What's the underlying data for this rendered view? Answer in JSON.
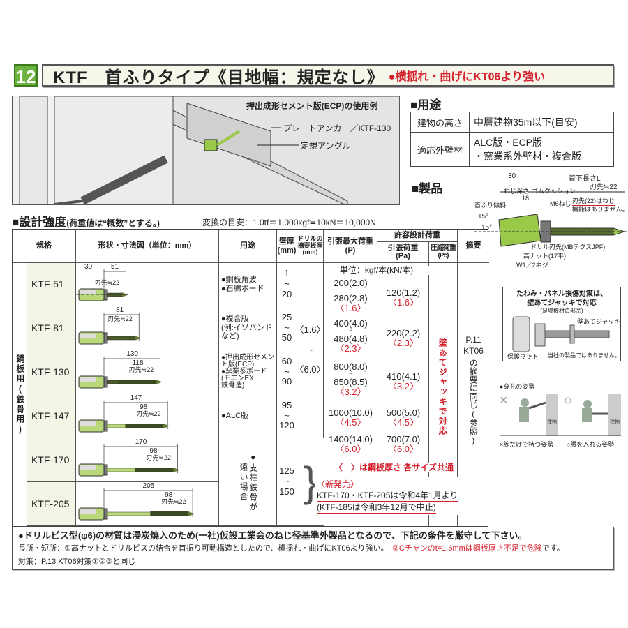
{
  "header": {
    "number": "12",
    "title": "KTF　首ふりタイプ《目地幅：規定なし》",
    "tagline": "●横揺れ・曲げにKT06より強い",
    "accent_color": "#6db33f",
    "red_color": "#d4202c"
  },
  "illustration": {
    "caption": "押出成形セメント版(ECP)の使用例",
    "label_anchor": "プレートアンカー／KTF-130",
    "label_angle": "定規アングル"
  },
  "usage": {
    "heading": "■用途",
    "rows": [
      {
        "label": "建物の高さ",
        "value": "中層建物35m以下(目安)"
      },
      {
        "label": "適応外壁材",
        "value": "ALC版・ECP版",
        "value2": "・窯業系外壁材・複合版"
      }
    ]
  },
  "product": {
    "heading": "■製品",
    "dim_30": "30",
    "dim_L": "首下長さL",
    "dim_thread": "ねじ深さ",
    "dim_18": "18",
    "tip": "刃先≒22",
    "tilt": "首ふり傾斜",
    "angle": "15°",
    "rubber": "ゴムクッション",
    "m6": "M6ねじ",
    "note": "刃先(22)はねじ",
    "note2": "機能はありません。",
    "drill": "ドリル刃先(MBテクスJPF)",
    "nut": "高ナット(17平)",
    "w": "W1／2ネジ"
  },
  "strength": {
    "heading": "■設計強度",
    "sub": "(荷重値は“概数”とする。)",
    "conversion": "変換の目安：1.0tf＝1,000kgf≒10kN＝10,000N"
  },
  "table": {
    "headers": {
      "spec": "規格",
      "shape": "形状・寸法図（単位：mm）",
      "use": "用途",
      "wall": "壁厚",
      "wall_unit": "(mm)",
      "drill": "ドリルの摘要板厚",
      "drill_unit": "(mm)",
      "pmax": "引張最大荷重",
      "pmax_sym": "(P)",
      "allow": "許容設計荷重",
      "pa": "引張荷重",
      "pa_sym": "(Pa)",
      "pc": "圧縮荷重",
      "pc_sym": "(Pc)",
      "remarks": "摘要"
    },
    "side_label": "鋼板用(鉄骨用)",
    "unit": "単位：kgf/本(kN/本)",
    "drill_range": [
      "〈1.6〉",
      "~",
      "〈6.0〉"
    ],
    "pc_text": "壁あてジャッキで対応",
    "remarks_top": "P.11",
    "remarks_mid": "KT06",
    "remarks_text": "の摘要に同じ(参照)",
    "rows": [
      {
        "spec": "KTF-51",
        "dims": [
          "30",
          "51"
        ],
        "tip": "刃先≒22",
        "use": [
          "●鋼板角波",
          "●石綿ボード"
        ],
        "wall": [
          "1",
          "~",
          "20"
        ],
        "p": "200(2.0)",
        "p2": "280(2.8)",
        "p_t": "〈1.6〉",
        "pa": "120(1.2)",
        "pa_t": "〈1.6〉"
      },
      {
        "spec": "KTF-81",
        "dims": [
          "81"
        ],
        "tip": "刃先≒22",
        "use": [
          "●複合版",
          "(例:イソバンド",
          "など)"
        ],
        "wall": [
          "25",
          "~",
          "50"
        ],
        "p": "400(4.0)",
        "p2": "480(4.8)",
        "p_t": "〈2.3〉",
        "pa": "220(2.2)",
        "pa_t": "〈2.3〉"
      },
      {
        "spec": "KTF-130",
        "dims": [
          "130",
          "118"
        ],
        "tip": "刃先≒22",
        "use": [
          "●押出成形セメント版(ECP)",
          "●窯業系ボード",
          "(モエンEX",
          "鉄骨造)"
        ],
        "wall": [
          "60",
          "~",
          "90"
        ],
        "p": "800(8.0)",
        "p2": "850(8.5)",
        "p_t": "〈3.2〉",
        "pa": "410(4.1)",
        "pa_t": "〈3.2〉"
      },
      {
        "spec": "KTF-147",
        "dims": [
          "147",
          "98"
        ],
        "tip": "刃先≒22",
        "use": [
          "●ALC版"
        ],
        "wall": [
          "95",
          "~",
          "120"
        ],
        "p": "1000(10.0)",
        "p2": "",
        "p_t": "〈4.5〉",
        "pa": "500(5.0)",
        "pa_t": "〈4.5〉"
      },
      {
        "spec": "KTF-170",
        "dims": [
          "170",
          "98"
        ],
        "tip": "刃先≒22",
        "p": "1400(14.0)",
        "p2": "",
        "p_t": "〈6.0〉",
        "pa": "700(7.0)",
        "pa_t": "〈6.0〉"
      },
      {
        "spec": "KTF-205",
        "dims": [
          "205",
          "98"
        ],
        "tip": "刃先≒22"
      }
    ],
    "long_use": "●支柱鉄骨が遠い場合",
    "long_wall": [
      "125",
      "~",
      "150"
    ],
    "common_note": "〈　〉は鋼板厚さ 各サイズ共通",
    "new_label": "〈新発売〉",
    "new_text": "KTF-170・KTF-205は令和4年1月より",
    "discontinued": "(KTF-185は令和3年12月で中止)"
  },
  "side": {
    "jack_title": "たわみ・パネル損傷対策は、",
    "jack_title2": "壁あてジャッキで対応",
    "jack_sub": "(足場機材の部品)",
    "jack_label": "壁あてジャッキ",
    "mat": "保護マット",
    "disclaimer": "当社の製品ではありません。",
    "posture": "●穿孔の姿勢",
    "bad_mark": "×",
    "good_mark": "○",
    "building": "建物",
    "bad": "×腕だけで持つ姿勢",
    "good": "○腰を入れる姿勢"
  },
  "notes": {
    "main": "●ドリルビス型(φ6)の材質は浸炭焼入のため(一社)仮設工業会のねじ径基準外製品となるので、下記の条件を厳守して下さい。",
    "pros": "長所・短所：①高ナットとドリルビスの結合を首振り可動構造としたので、横揺れ・曲げにKT06より強い。",
    "warn": "②Cチャンのt=1.6mmは鋼板厚さ不足で危険",
    "warn_end": "です。",
    "measure": "対策：P.13 KT06対策①②③と同じ"
  }
}
